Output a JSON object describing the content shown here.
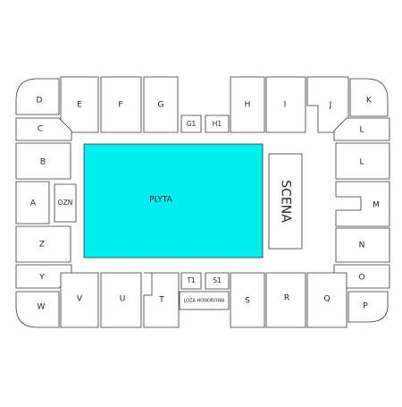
{
  "map": {
    "floor": {
      "label": "PLYTA",
      "color": "#00eeee"
    },
    "stage": {
      "label": "SCENA"
    },
    "sections": {
      "D": "D",
      "E": "E",
      "F": "F",
      "G": "G",
      "G1": "G1",
      "H1": "H1",
      "H": "H",
      "I": "I",
      "J": "J",
      "K": "K",
      "C": "C",
      "B": "B",
      "A": "A",
      "OZN": "OZN",
      "Z": "Z",
      "Y": "Y",
      "W": "W",
      "L_top": "L",
      "L_mid": "L",
      "M": "M",
      "N": "N",
      "O": "O",
      "P": "P",
      "V": "V",
      "U": "U",
      "T": "T",
      "T1": "T1",
      "S1": "S1",
      "LOZA": "LOZA HONOROWA",
      "S": "S",
      "R": "R",
      "Q": "Q"
    }
  }
}
